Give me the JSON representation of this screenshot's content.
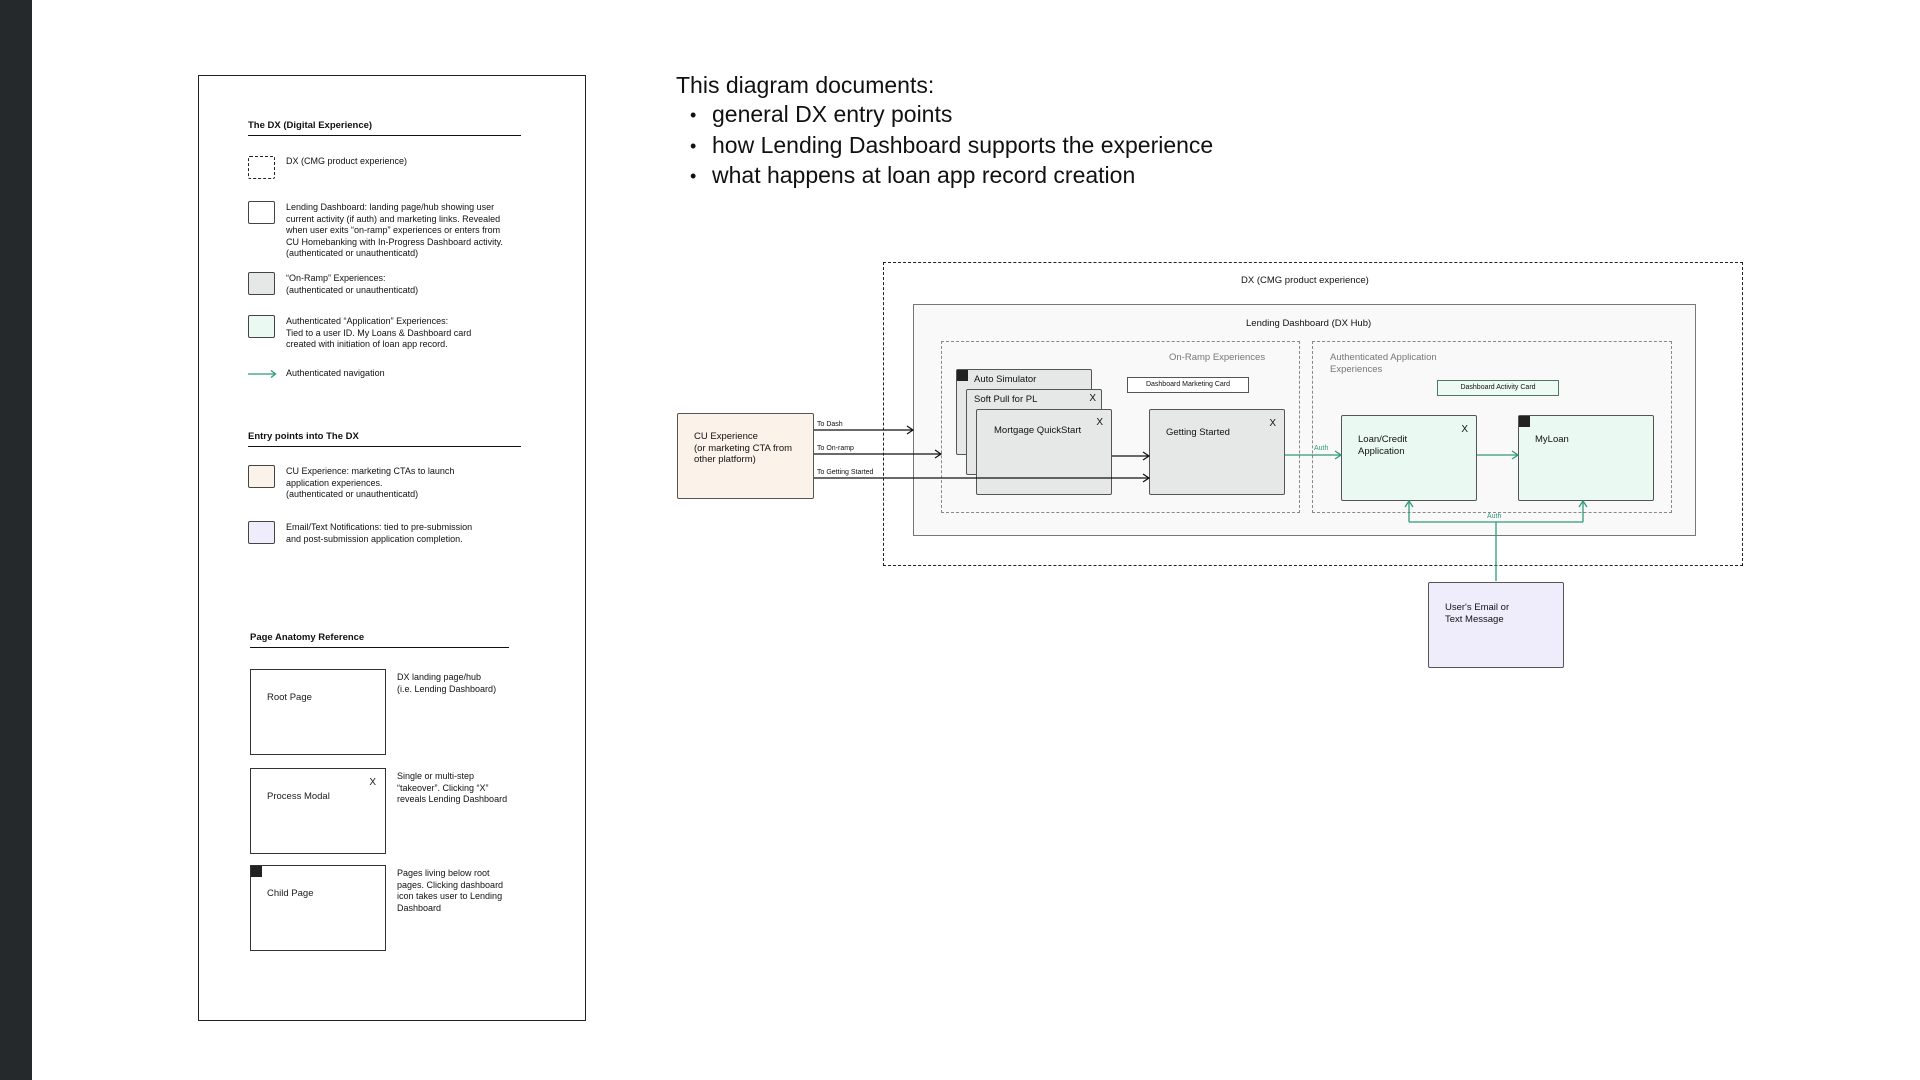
{
  "colors": {
    "rail": "#26292c",
    "cu_fill": "#fbf2ea",
    "onramp_fill": "#e6e8e8",
    "auth_fill": "#eafaf3",
    "notify_fill": "#efedfb",
    "auth_nav": "#2e9a78"
  },
  "legend": {
    "dx_section_title": "The DX (Digital Experience)",
    "dx_items": [
      {
        "swatch": "dashed",
        "text": "DX (CMG product experience)"
      },
      {
        "swatch": "white",
        "text": "Lending Dashboard: landing page/hub showing user\ncurrent activity (if auth) and marketing links. Revealed\nwhen user exits “on-ramp” experiences or enters from\nCU Homebanking with In-Progress Dashboard activity.\n(authenticated or unauthenticatd)"
      },
      {
        "swatch": "grey",
        "text": "“On-Ramp” Experiences:\n(authenticated or unauthenticatd)"
      },
      {
        "swatch": "green",
        "text": "Authenticated “Application” Experiences:\nTied to a user ID. My Loans & Dashboard card\ncreated with initiation of loan app record."
      },
      {
        "swatch": "arrow",
        "text": "Authenticated navigation"
      }
    ],
    "entry_section_title": "Entry points into The DX",
    "entry_items": [
      {
        "swatch": "peach",
        "text": "CU Experience: marketing CTAs to launch\napplication experiences.\n(authenticated or unauthenticatd)"
      },
      {
        "swatch": "lavender",
        "text": "Email/Text Notifications: tied to pre-submission\nand post-submission application completion."
      }
    ],
    "anatomy_section_title": "Page Anatomy Reference",
    "anatomy_items": [
      {
        "label": "Root Page",
        "desc": "DX landing page/hub\n(i.e. Lending Dashboard)"
      },
      {
        "label": "Process Modal",
        "x": "X",
        "desc": "Single or multi-step\n“takeover”. Clicking “X”\nreveals Lending Dashboard"
      },
      {
        "label": "Child Page",
        "desc": "Pages living below root\npages. Clicking dashboard\nicon takes user to Lending\nDashboard"
      }
    ]
  },
  "header": {
    "title": "This diagram documents:",
    "bullets": [
      "general DX entry points",
      "how Lending Dashboard supports the experience",
      "what happens at loan app record creation"
    ]
  },
  "diagram": {
    "dx_label": "DX (CMG product experience)",
    "hub_label": "Lending Dashboard (DX Hub)",
    "onramp_label": "On-Ramp Experiences",
    "authapp_label": "Authenticated Application\nExperiences",
    "dashboard_marketing_card": "Dashboard Marketing Card",
    "dashboard_activity_card": "Dashboard Activity Card",
    "auto_simulator": "Auto Simulator",
    "soft_pull": "Soft Pull for PL",
    "mortgage_quickstart": "Mortgage QuickStart",
    "getting_started": "Getting Started",
    "loan_credit_app": "Loan/Credit\nApplication",
    "myloan": "MyLoan",
    "x_mark": "X",
    "cu_experience": "CU Experience\n(or marketing CTA from\nother platform)",
    "email_text": "User's Email or\nText Message",
    "arrow_to_dash": "To Dash",
    "arrow_to_onramp": "To On-ramp",
    "arrow_to_getting_started": "To Getting Started",
    "auth_label_1": "Auth",
    "auth_label_2": "Auth"
  }
}
